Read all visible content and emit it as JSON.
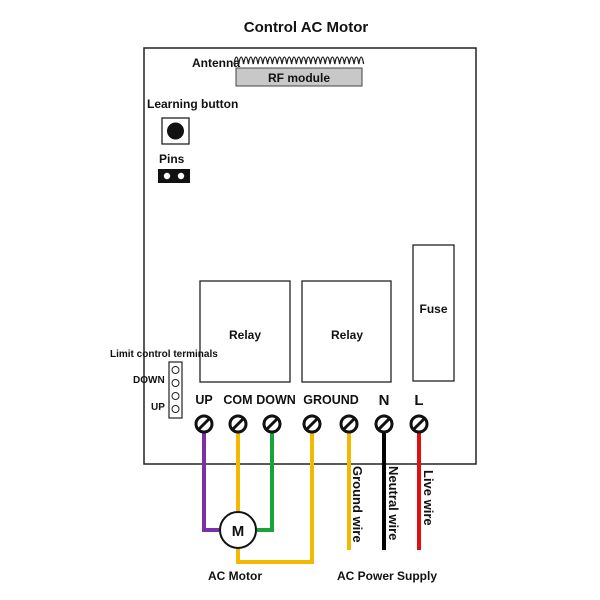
{
  "title": "Control AC Motor",
  "board": {
    "antenna_label": "Antenna",
    "rf_module_label": "RF module",
    "learning_button_label": "Learning button",
    "pins_label": "Pins",
    "relay1_label": "Relay",
    "relay2_label": "Relay",
    "fuse_label": "Fuse"
  },
  "limit": {
    "title": "Limit control terminals",
    "down_label": "DOWN",
    "up_label": "UP"
  },
  "terminals": {
    "up": "UP",
    "com": "COM",
    "down": "DOWN",
    "ground": "GROUND",
    "n": "N",
    "l": "L"
  },
  "wires": {
    "ground": "Ground wire",
    "neutral": "Neutral wire",
    "live": "Live wire"
  },
  "motor": {
    "symbol": "M",
    "caption": "AC Motor"
  },
  "power_caption": "AC Power Supply",
  "colors": {
    "purple": "#7b2fa8",
    "yellow": "#f5b800",
    "green": "#1aa33a",
    "black": "#000000",
    "red": "#e01010",
    "rf_module": "#c8c8c8"
  },
  "icons": [
    "antenna-coil-icon",
    "push-button-icon",
    "jumper-pins-icon",
    "screw-terminal-icon",
    "motor-icon"
  ]
}
